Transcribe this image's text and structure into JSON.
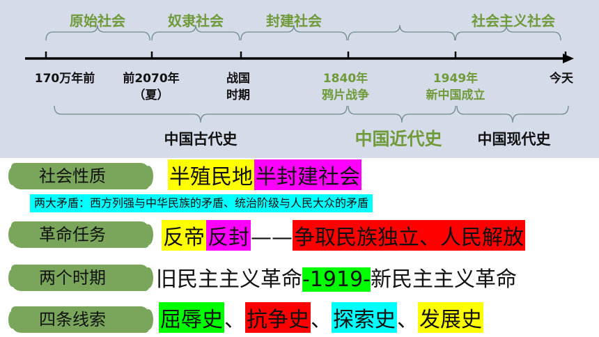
{
  "timeline": {
    "eras": [
      "原始社会",
      "奴隶社会",
      "封建社会",
      "社会主义社会"
    ],
    "points": [
      {
        "line1": "170万年前",
        "line2": ""
      },
      {
        "line1": "前2070年",
        "line2": "（夏）"
      },
      {
        "line1": "战国",
        "line2": "时期"
      },
      {
        "line1": "1840年",
        "line2": "鸦片战争"
      },
      {
        "line1": "1949年",
        "line2": "新中国成立"
      },
      {
        "line1": "今天",
        "line2": ""
      }
    ],
    "periods": [
      "中国古代史",
      "中国近代史",
      "中国现代史"
    ],
    "colors": {
      "era_green": "#6f9a3a",
      "panel_bg": "#d5dbe9"
    }
  },
  "rows": {
    "nature": {
      "label": "社会性质",
      "part1": "半殖民地",
      "part2": "半封建社会",
      "colors": {
        "part1": "#ffff00",
        "part2": "#ff00ff"
      }
    },
    "contradictions": "两大矛盾：西方列强与中华民族的矛盾、统治阶级与人民大众的矛盾",
    "task": {
      "label": "革命任务",
      "part1": "反帝",
      "part2": "反封",
      "dash": "——",
      "part3": "争取民族独立、人民解放",
      "colors": {
        "part1": "#ffff00",
        "part2": "#ff00ff",
        "part3": "#ff0000"
      }
    },
    "periods": {
      "label": "两个时期",
      "part1": "旧民主主义革命",
      "part2": "-1919-",
      "part3": "新民主主义革命",
      "colors": {
        "part2": "#00ff00"
      }
    },
    "clues": {
      "label": "四条线索",
      "items": [
        "屈辱史",
        "抗争史",
        "探索史",
        "发展史"
      ],
      "sep": "、",
      "colors": [
        "#00ff00",
        "#ff0000",
        "#00ffff",
        "#ffff00"
      ]
    }
  }
}
